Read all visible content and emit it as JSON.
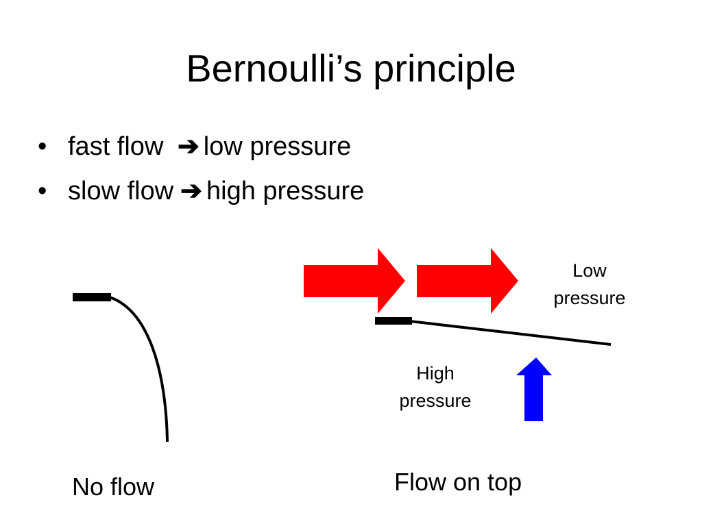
{
  "slide": {
    "title": "Bernoulli’s principle",
    "bullets": [
      {
        "marker": "•",
        "before": "fast flow ",
        "arrow": "➔",
        "after": "low pressure"
      },
      {
        "marker": "•",
        "before": "slow flow",
        "arrow": "➔",
        "after": "high pressure"
      }
    ]
  },
  "diagram": {
    "labels": {
      "low_pressure_line1": "Low",
      "low_pressure_line2": "pressure",
      "high_pressure_line1": "High",
      "high_pressure_line2": "pressure"
    },
    "captions": {
      "no_flow": "No flow",
      "flow_on_top": "Flow on top"
    },
    "colors": {
      "flow_arrow": "#ff0000",
      "pressure_arrow": "#0000ff",
      "line": "#000000"
    }
  }
}
